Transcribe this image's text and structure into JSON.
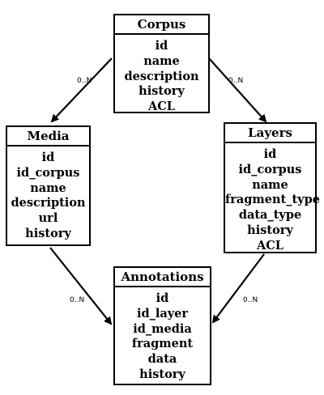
{
  "entities": {
    "corpus": {
      "title": "Corpus",
      "fields": [
        "id",
        "name",
        "description",
        "history",
        "ACL"
      ]
    },
    "media": {
      "title": "Media",
      "fields": [
        "id",
        "id_corpus",
        "name",
        "description",
        "url",
        "history"
      ]
    },
    "layers": {
      "title": "Layers",
      "fields": [
        "id",
        "id_corpus",
        "name",
        "fragment_type",
        "data_type",
        "history",
        "ACL"
      ]
    },
    "annotations": {
      "title": "Annotations",
      "fields": [
        "id",
        "id_layer",
        "id_media",
        "fragment",
        "data",
        "history"
      ]
    }
  },
  "relationships": [
    {
      "from": "Corpus",
      "to": "Media",
      "multiplicity": "0..N"
    },
    {
      "from": "Corpus",
      "to": "Layers",
      "multiplicity": "0..N"
    },
    {
      "from": "Media",
      "to": "Annotations",
      "multiplicity": "0..N"
    },
    {
      "from": "Layers",
      "to": "Annotations",
      "multiplicity": "0..N"
    }
  ]
}
